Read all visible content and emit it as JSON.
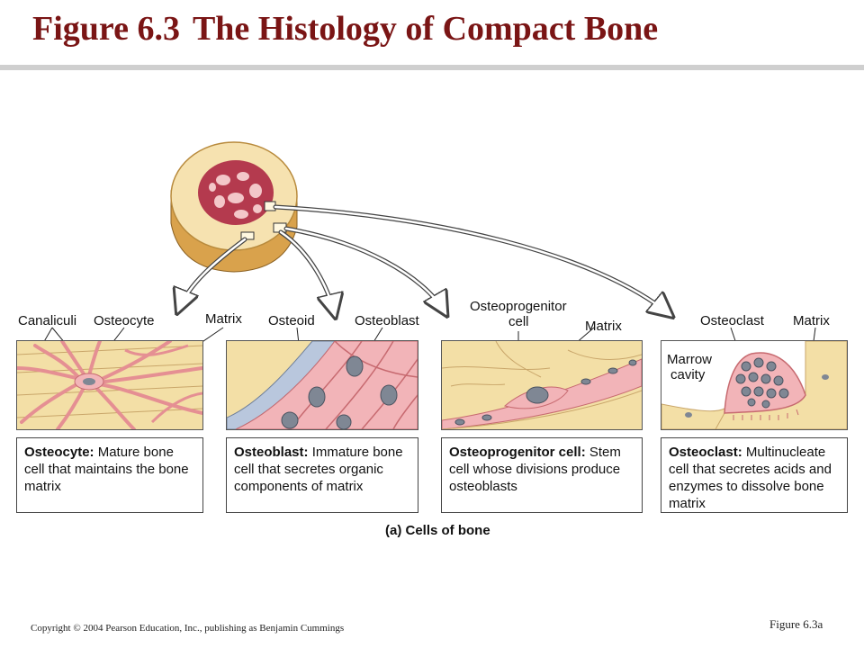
{
  "title": {
    "figure": "Figure 6.3",
    "text": "The Histology of Compact Bone"
  },
  "labels": {
    "canaliculi": "Canaliculi",
    "osteocyte": "Osteocyte",
    "matrix": "Matrix",
    "osteoid": "Osteoid",
    "osteoblast": "Osteoblast",
    "osteoprogenitor_1": "Osteoprogenitor",
    "osteoprogenitor_2": "cell",
    "osteoclast": "Osteoclast",
    "marrow_1": "Marrow",
    "marrow_2": "cavity"
  },
  "descriptions": [
    {
      "term": "Osteocyte:",
      "text": "Mature bone cell that maintains the bone matrix"
    },
    {
      "term": "Osteoblast:",
      "text": "Immature bone cell that secretes organic components of matrix"
    },
    {
      "term": "Osteoprogenitor cell:",
      "text": "Stem cell whose divisions produce osteoblasts"
    },
    {
      "term": "Osteoclast:",
      "text": "Multinucleate cell that secretes acids and enzymes to dissolve bone matrix"
    }
  ],
  "caption": "(a) Cells of bone",
  "copyright": "Copyright © 2004 Pearson Education, Inc., publishing as Benjamin Cummings",
  "figure_ref": "Figure 6.3a",
  "colors": {
    "title": "#7a1515",
    "bone": "#f3dfa6",
    "marrow": "#b43a4e",
    "cell_pink": "#f2b4b8",
    "osteoid": "#b9c7dd"
  }
}
